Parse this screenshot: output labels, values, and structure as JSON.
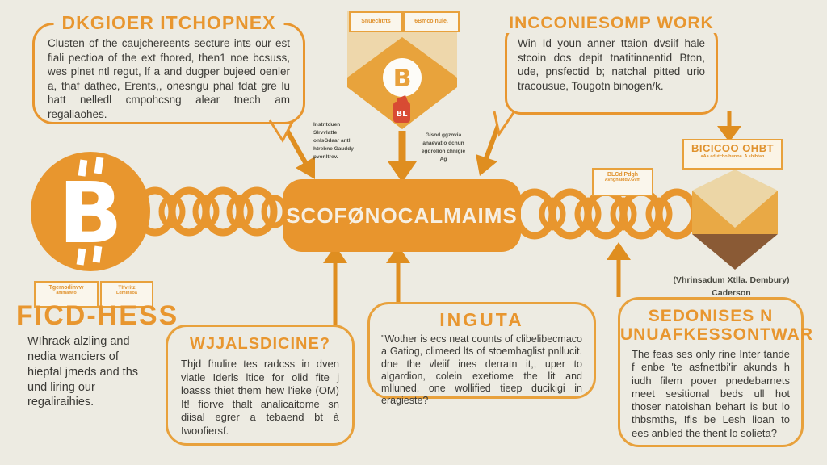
{
  "colors": {
    "background": "#edebe2",
    "accent_orange": "#e8962f",
    "banner_orange": "#e8952d",
    "arrow_orange": "#df8e20",
    "dark_text": "#3b3a36",
    "shield_light": "#eed7ab",
    "shield_orange": "#e8a33c",
    "badge_red": "#d84b33",
    "cube_light": "#ecd6a6",
    "cube_orange": "#e9a945",
    "cube_brown": "#8a5a35"
  },
  "top_left_box": {
    "title": "DKGIOER ITCHOPNEX",
    "body": "Clusten of the caujchereents secture ints our est fiali pectioa of the ext fhored, then1 noe bcsuss, wes plnet ntl regut, lf a and dugper bujeed oenler a, thaf dathec, Erents,, onesngu phal fdat gre lu hatt nelledl cmpohcsng alear tnech am regaliaohes."
  },
  "top_right_box": {
    "title": "INCCONIESOMP WORK",
    "body": "Win Id youn anner ttaion dvsiif hale stcoin dos depit tnatitinnentid Bton, ude, pnsfectid b; natchal pitted urio tracousue, Tougotn binogen/k."
  },
  "shield": {
    "tag_left": "Snuechtrts",
    "tag_right": "6Bmco nuie.",
    "bitcoin_symbol": "B",
    "badge_label": "BL",
    "caption_left": "Instntduen Slrvvlatfe onlsGdaar antl htrebne Gauddy pvonltrev.",
    "caption_right": "Gisnd ggznvia anaevatio dcnun egdrolion chnigie Ag"
  },
  "banner": {
    "label": "SCOFØNOCALMAIMS"
  },
  "coin": {
    "bitcoin_symbol": "B"
  },
  "chain_tag": {
    "line1": "BLCd Pdgh",
    "line2": "Avnghalddv.Gvm"
  },
  "cube": {
    "label_title": "BICICOO OHBT",
    "label_sub": "aAa adutcho hunoa. A sbihtan",
    "caption_line1": "(Vhrinsadum Xtlla. Dembury)",
    "caption_line2": "Caderson"
  },
  "ficd_hess": {
    "tag1_line1": "Tgemodinvw",
    "tag1_line2": "ammafwo",
    "tag2_line1": "Tlfvritz",
    "tag2_line2": "Ldmihsoa",
    "title": "FICD-HESS",
    "body": "WIhrack alzling and nedia wanciers of hiepfal jmeds and ths und liring our regaliraihies."
  },
  "whalsdicine_box": {
    "title": "WJJALSDICINE?",
    "body": "Thjd fhulire tes radcss in dven viatle Iderls ltice for olid fite j loasss thiet them hew l'ieke (OM) It! fiorve thalt analicaitome sn diisal egrer a tebaend bt à Iwoofiersf."
  },
  "inguta_box": {
    "title": "INGUTA",
    "body": "\"Wother is ecs neat counts of clibelibecmaco a Gatiog, climeed lts of stoemhaglist pnllucit. dne the vleiif ines derratn it,, uper to algardion, colein exetiome the lit and mlluned, one wollified tieep ducikigi in eragieste?"
  },
  "sedonises_box": {
    "title_line1": "SEDONISES N",
    "title_line2": "UNUAFKESSONTWAR",
    "body": "The feas ses only rine Inter tande f enbe 'te asfnettbi'ir akunds h iudh filem pover pnedebarnets meet sesitional beds ull hot thoser natoishan behart is but lo thbsmths, Ifis be Lesh lioan to ees anbled the thent lo solieta?"
  }
}
